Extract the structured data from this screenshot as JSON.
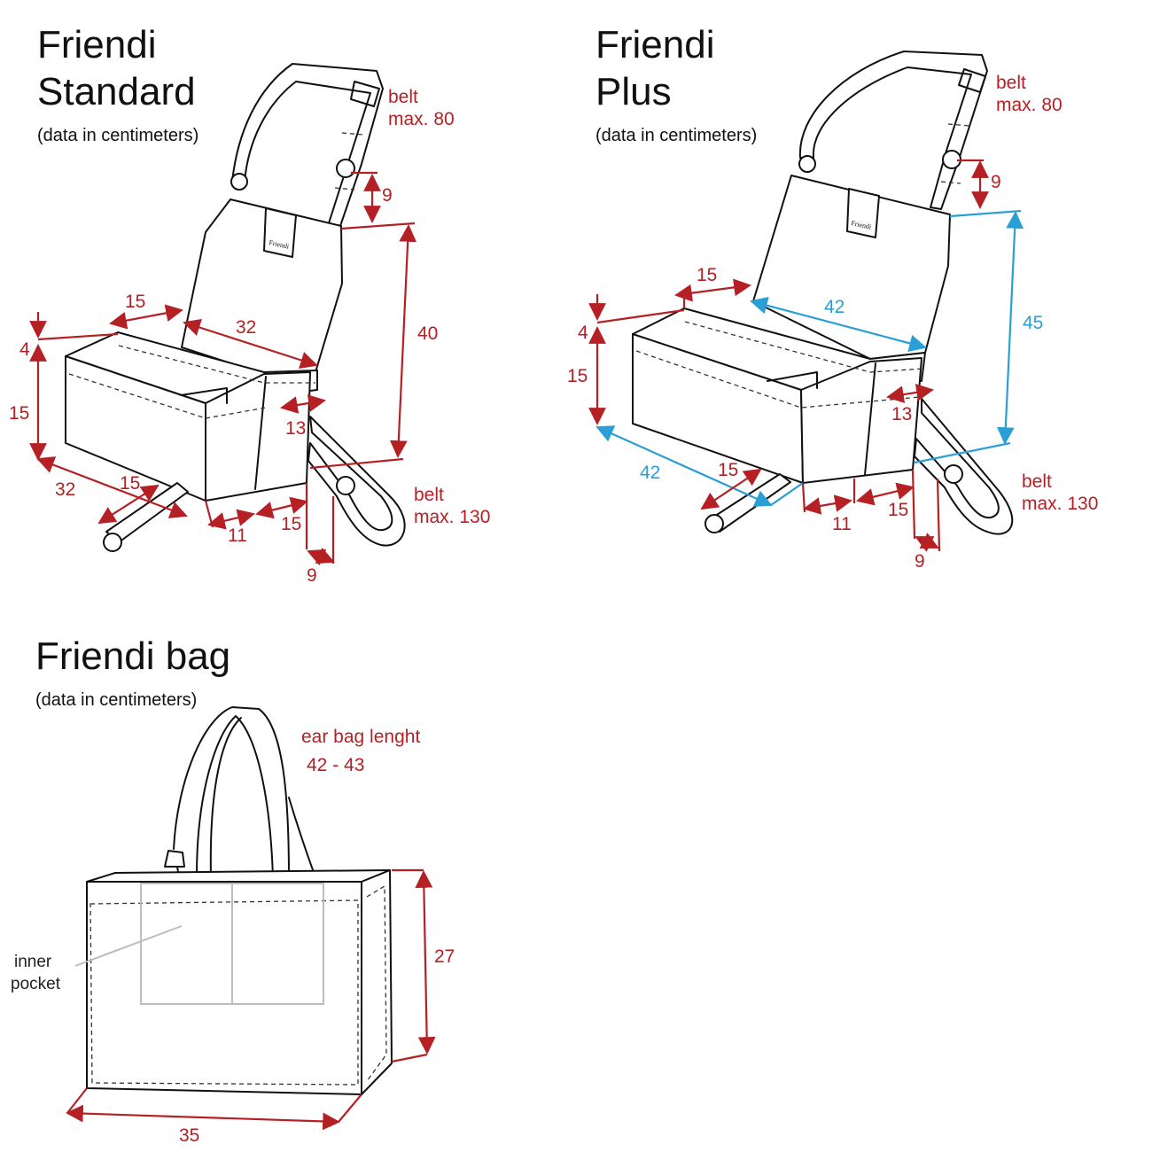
{
  "standard": {
    "title_line1": "Friendi",
    "title_line2": "Standard",
    "subtitle": "(data in centimeters)",
    "label_logo": "Friendi",
    "belt_top_line1": "belt",
    "belt_top_line2": "max. 80",
    "belt_bottom_line1": "belt",
    "belt_bottom_line2": "max. 130",
    "dims": {
      "strap_top": "9",
      "back_height": "40",
      "side_top": "15",
      "inner_width": "32",
      "lip": "4",
      "front_height": "15",
      "front_width": "32",
      "side_depth": "15",
      "pocket": "13",
      "bottom_a": "11",
      "bottom_b": "15",
      "bottom_strap": "9"
    }
  },
  "plus": {
    "title_line1": "Friendi",
    "title_line2": "Plus",
    "subtitle": "(data in centimeters)",
    "label_logo": "Friendi",
    "belt_top_line1": "belt",
    "belt_top_line2": "max. 80",
    "belt_bottom_line1": "belt",
    "belt_bottom_line2": "max. 130",
    "dims": {
      "strap_top": "9",
      "back_height": "45",
      "side_top": "15",
      "inner_width": "42",
      "lip": "4",
      "front_height": "15",
      "front_width": "42",
      "side_depth": "15",
      "pocket": "13",
      "bottom_a": "11",
      "bottom_b": "15",
      "bottom_strap": "9"
    }
  },
  "bag": {
    "title": "Friendi bag",
    "subtitle": "(data in centimeters)",
    "handle_label": "ear bag lenght",
    "handle_value": "42 - 43",
    "pocket_line1": "inner",
    "pocket_line2": "pocket",
    "height": "27",
    "width": "35"
  },
  "colors": {
    "dimension_red": "#b52025",
    "dimension_blue": "#2a9fd6",
    "outline": "#111111"
  }
}
